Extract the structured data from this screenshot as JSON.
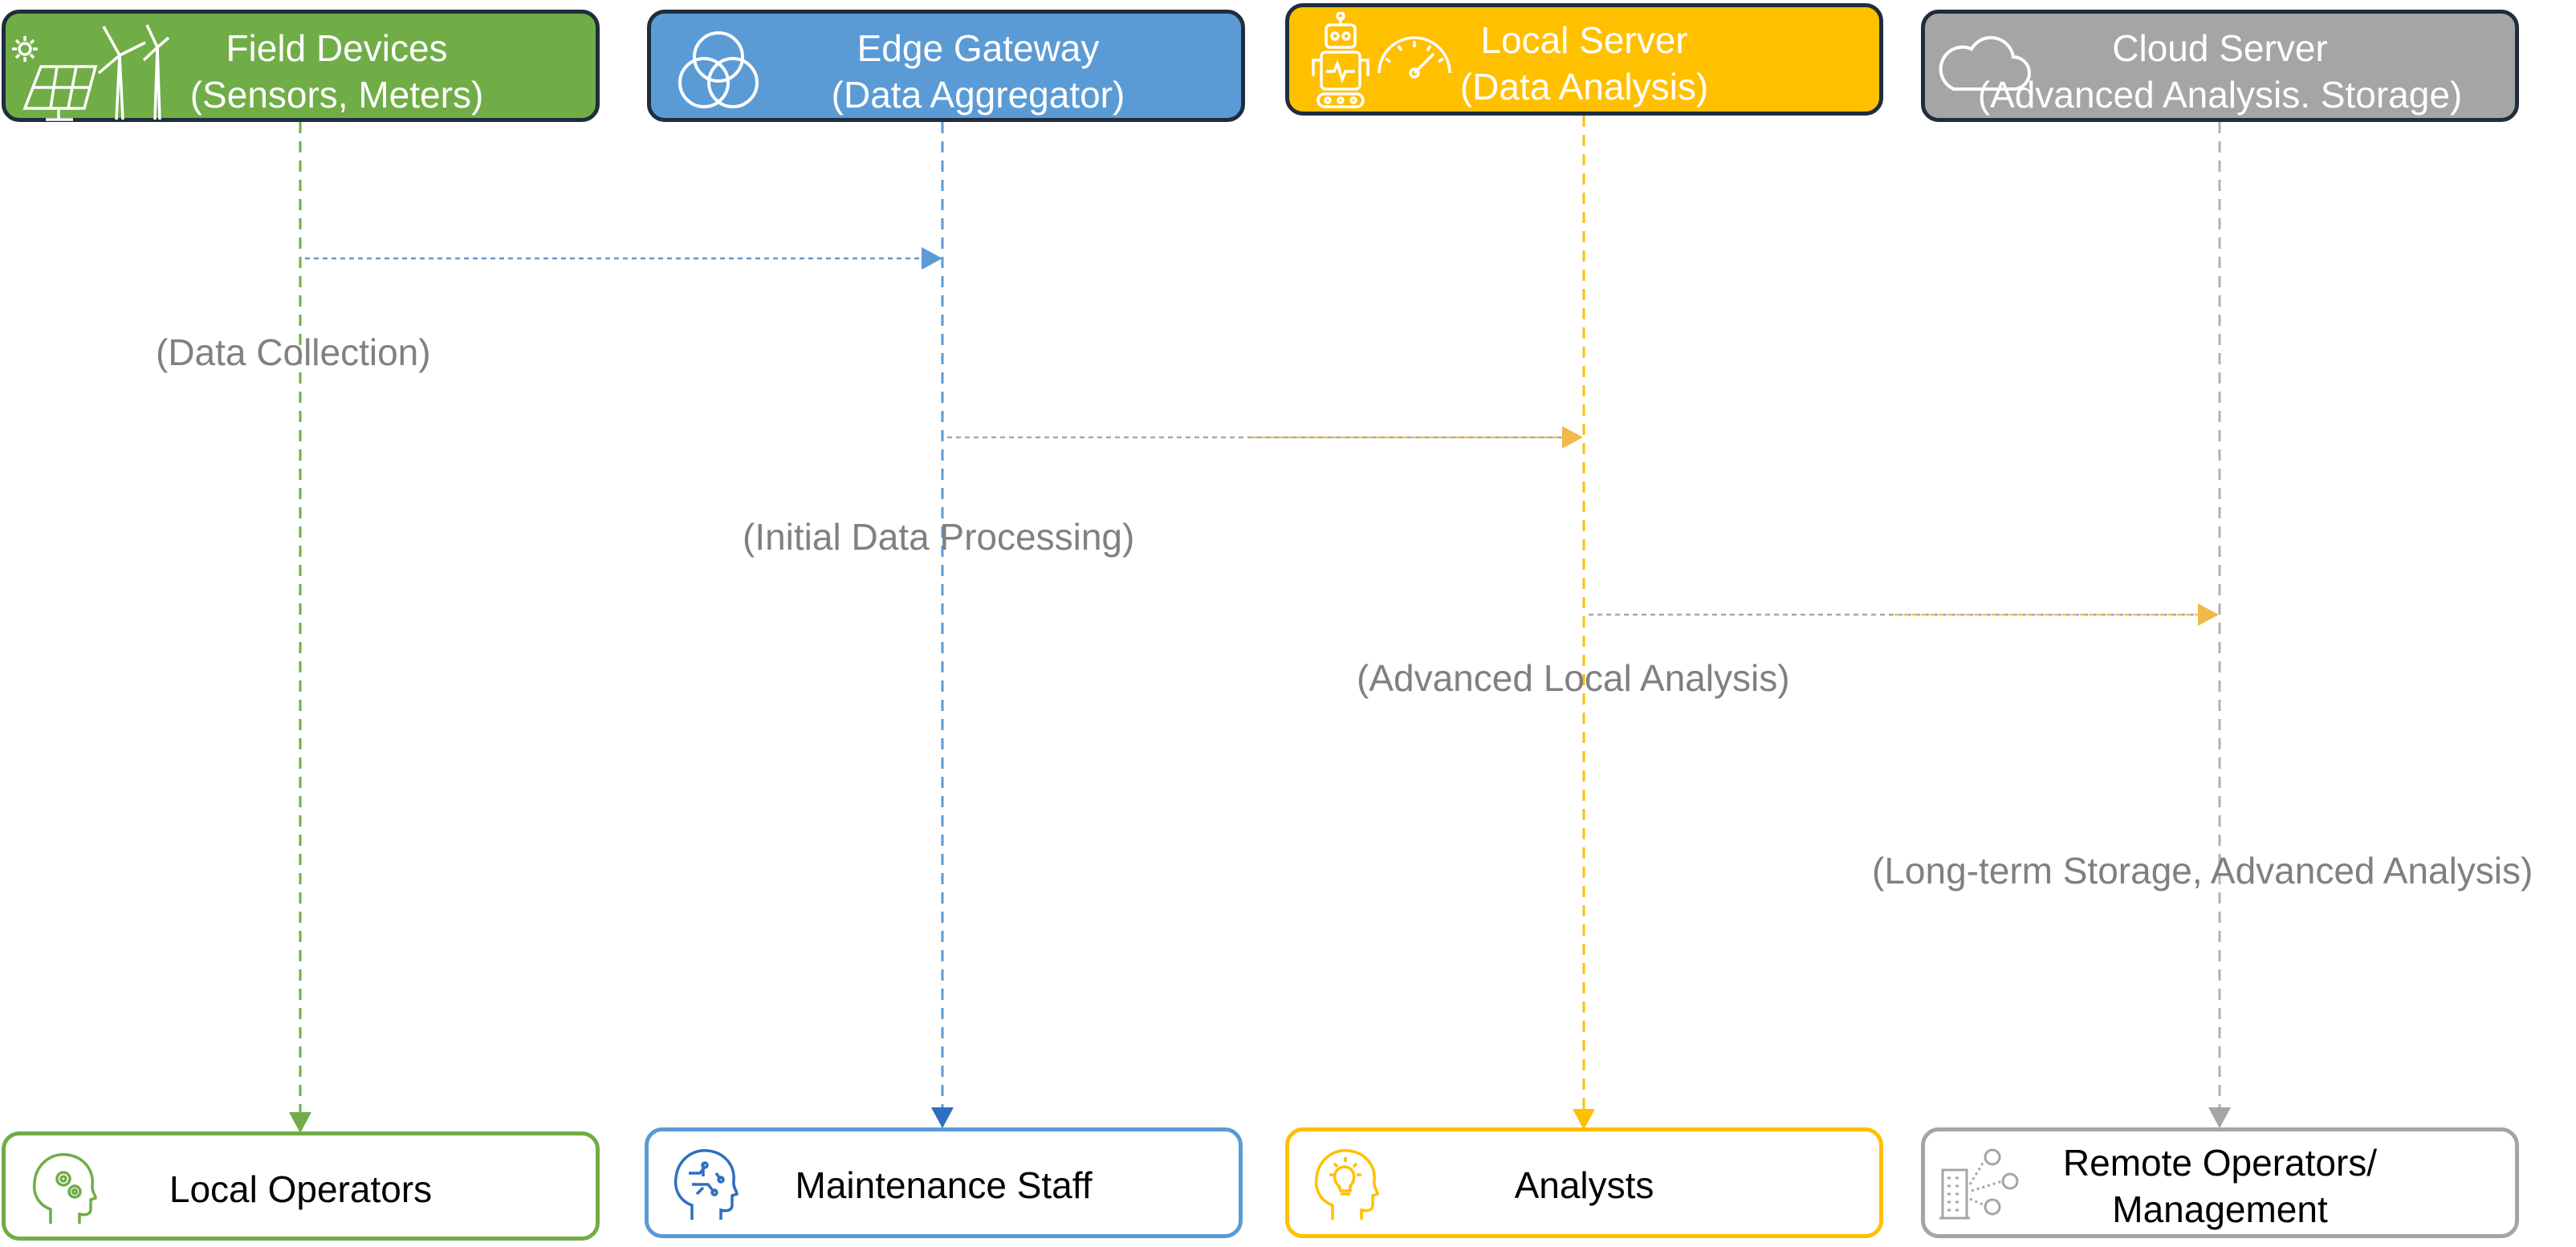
{
  "lanes": [
    {
      "id": "field",
      "title": "Field Devices",
      "subtitle": "(Sensors, Meters)",
      "color": "#70AD47",
      "header_icon": "solar-wind-icon"
    },
    {
      "id": "edge",
      "title": "Edge Gateway",
      "subtitle": "(Data Aggregator)",
      "color": "#5B9BD5",
      "header_icon": "venn-circles-icon"
    },
    {
      "id": "local",
      "title": "Local Server",
      "subtitle": "(Data Analysis)",
      "color": "#FFC000",
      "header_icon": "robot-gauge-icon"
    },
    {
      "id": "cloud",
      "title": "Cloud Server",
      "subtitle": "(Advanced Analysis. Storage)",
      "color": "#A5A5A5",
      "header_icon": "cloud-icon"
    }
  ],
  "roles": [
    {
      "lines": [
        "Local Operators"
      ],
      "color": "#70AD47",
      "icon": "head-gears-icon"
    },
    {
      "lines": [
        "Maintenance Staff"
      ],
      "color": "#5B9BD5",
      "icon": "head-circuit-icon"
    },
    {
      "lines": [
        "Analysts"
      ],
      "color": "#FFC000",
      "icon": "head-lightbulb-icon"
    },
    {
      "lines": [
        "Remote Operators/",
        "Management"
      ],
      "color": "#A5A5A5",
      "icon": "building-network-icon"
    }
  ],
  "steps": [
    {
      "label": "(Data Collection)",
      "from": "Field Devices",
      "to": "Edge Gateway"
    },
    {
      "label": "(Initial Data Processing)",
      "from": "Edge Gateway",
      "to": "Local Server"
    },
    {
      "label": "(Advanced Local Analysis)",
      "from": "Local Server",
      "to": "Cloud Server"
    },
    {
      "label": "(Long-term Storage, Advanced Analysis)",
      "from": "Cloud Server",
      "to": ""
    }
  ],
  "line_colors": {
    "text_gray": "#808080",
    "arrow_gray": "#999999",
    "border_dark": "#1F2D3D"
  }
}
